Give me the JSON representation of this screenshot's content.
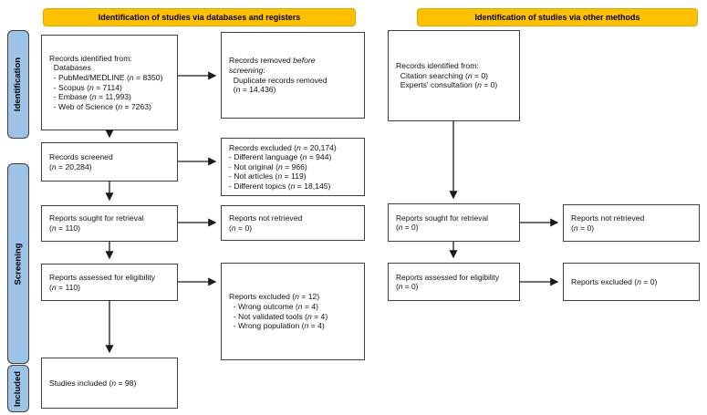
{
  "headers": {
    "databases": "Identification of studies via databases and registers",
    "other": "Identification of studies via other methods"
  },
  "stages": {
    "identification": "Identification",
    "screening": "Screening",
    "included": "Included"
  },
  "colors": {
    "header_bg": "#FFC000",
    "stage_bg": "#9DC3E6",
    "box_border": "#404040",
    "arrow": "#1a1a1a"
  },
  "boxes": {
    "db_identified": {
      "lines": [
        "Records identified from:",
        "  Databases",
        "  - PubMed/MEDLINE (n = 8350)",
        "  - Scopus (n = 7114)",
        "  - Embase (n = 11,993)",
        "  - Web of Science (n = 7263)"
      ]
    },
    "records_removed": {
      "lines": [
        "Records removed before",
        "screening:",
        "  Duplicate records removed",
        "  (n = 14,436)"
      ]
    },
    "records_screened": {
      "lines": [
        "Records screened",
        "(n = 20,284)"
      ]
    },
    "records_excluded": {
      "lines": [
        "Records excluded (n = 20,174)",
        "- Different language (n = 944)",
        "- Not original (n = 966)",
        "- Not articles (n = 119)",
        "- Different topics (n = 18,145)"
      ]
    },
    "reports_sought_db": {
      "lines": [
        "Reports sought for retrieval",
        "(n = 110)"
      ]
    },
    "reports_not_retrieved_db": {
      "lines": [
        "Reports not retrieved",
        "(n = 0)"
      ]
    },
    "reports_assessed_db": {
      "lines": [
        "Reports assessed for eligibility",
        "(n = 110)"
      ]
    },
    "reports_excluded_db": {
      "lines": [
        "Reports excluded (n = 12)",
        "  - Wrong outcome (n = 4)",
        "  - Not validated tools (n = 4)",
        "  - Wrong population (n = 4)"
      ]
    },
    "studies_included": {
      "lines": [
        "Studies included (n = 98)"
      ]
    },
    "other_identified": {
      "lines": [
        "Records identified from:",
        "  Citation searching (n = 0)",
        "  Experts' consultation (n = 0)"
      ]
    },
    "reports_sought_other": {
      "lines": [
        "Reports sought for retrieval",
        "(n = 0)"
      ]
    },
    "reports_not_retrieved_other": {
      "lines": [
        "Reports not retrieved",
        "(n = 0)"
      ]
    },
    "reports_assessed_other": {
      "lines": [
        "Reports assessed for eligibility",
        "(n = 0)"
      ]
    },
    "reports_excluded_other": {
      "lines": [
        "Reports excluded (n = 0)"
      ]
    }
  }
}
